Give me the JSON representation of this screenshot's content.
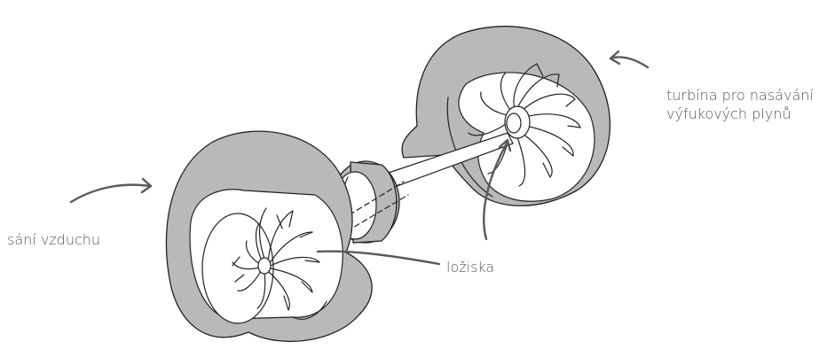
{
  "labels": {
    "turbine_line1": "turbína pro nasávání",
    "turbine_line2": "výfukových plynů",
    "air_intake": "sání vzduchu",
    "bearings": "ložiska"
  },
  "colors": {
    "housing": "#b9b9b9",
    "outline": "#222222",
    "label_text": "#555555",
    "arrow": "#5a5a5a"
  }
}
